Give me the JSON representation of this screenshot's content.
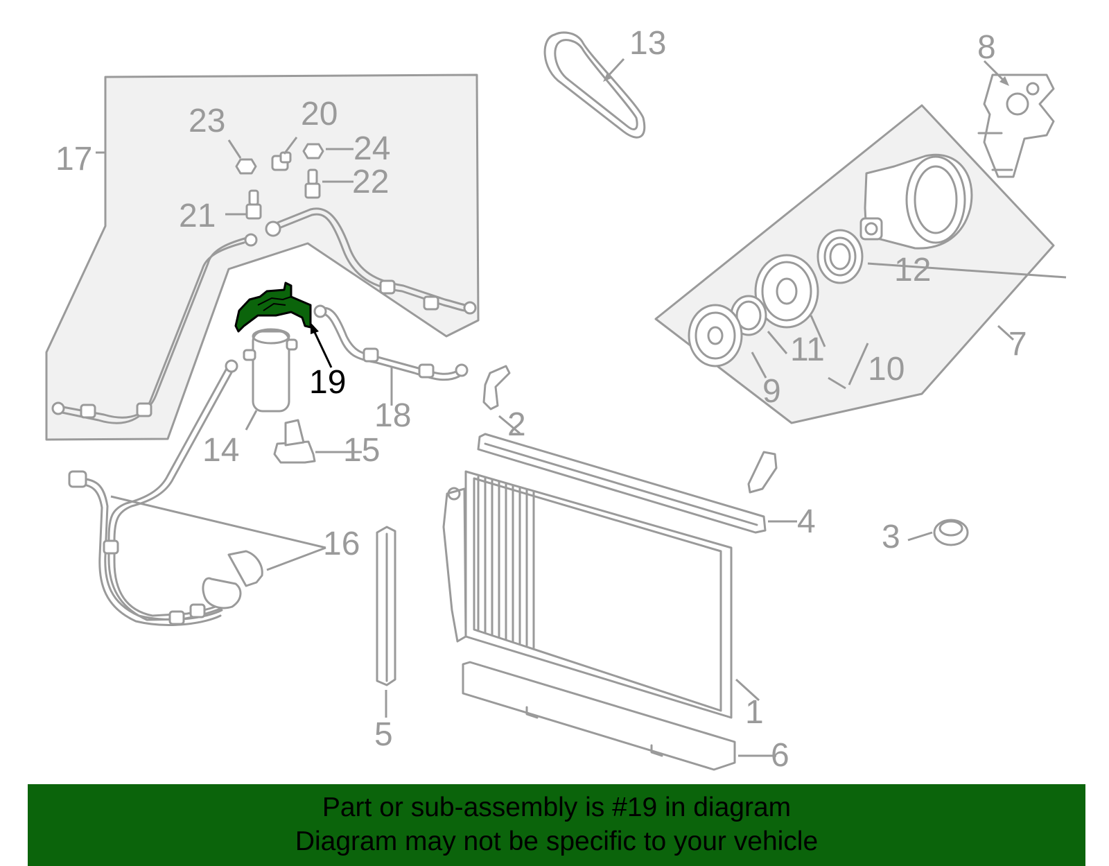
{
  "callouts": {
    "c1": "1",
    "c2": "2",
    "c3": "3",
    "c4": "4",
    "c5": "5",
    "c6": "6",
    "c7": "7",
    "c8": "8",
    "c9": "9",
    "c10": "10",
    "c11": "11",
    "c12": "12",
    "c13": "13",
    "c14": "14",
    "c15": "15",
    "c16": "16",
    "c17": "17",
    "c18": "18",
    "c19": "19",
    "c20": "20",
    "c21": "21",
    "c22": "22",
    "c23": "23",
    "c24": "24"
  },
  "highlight_part": "19",
  "colors": {
    "highlight": "#0b640b",
    "line": "#9a9a9a",
    "banner": "#0b640b"
  },
  "banner": {
    "line1": "Part or sub-assembly is #19 in diagram",
    "line2": "Diagram may not be specific to your vehicle"
  }
}
